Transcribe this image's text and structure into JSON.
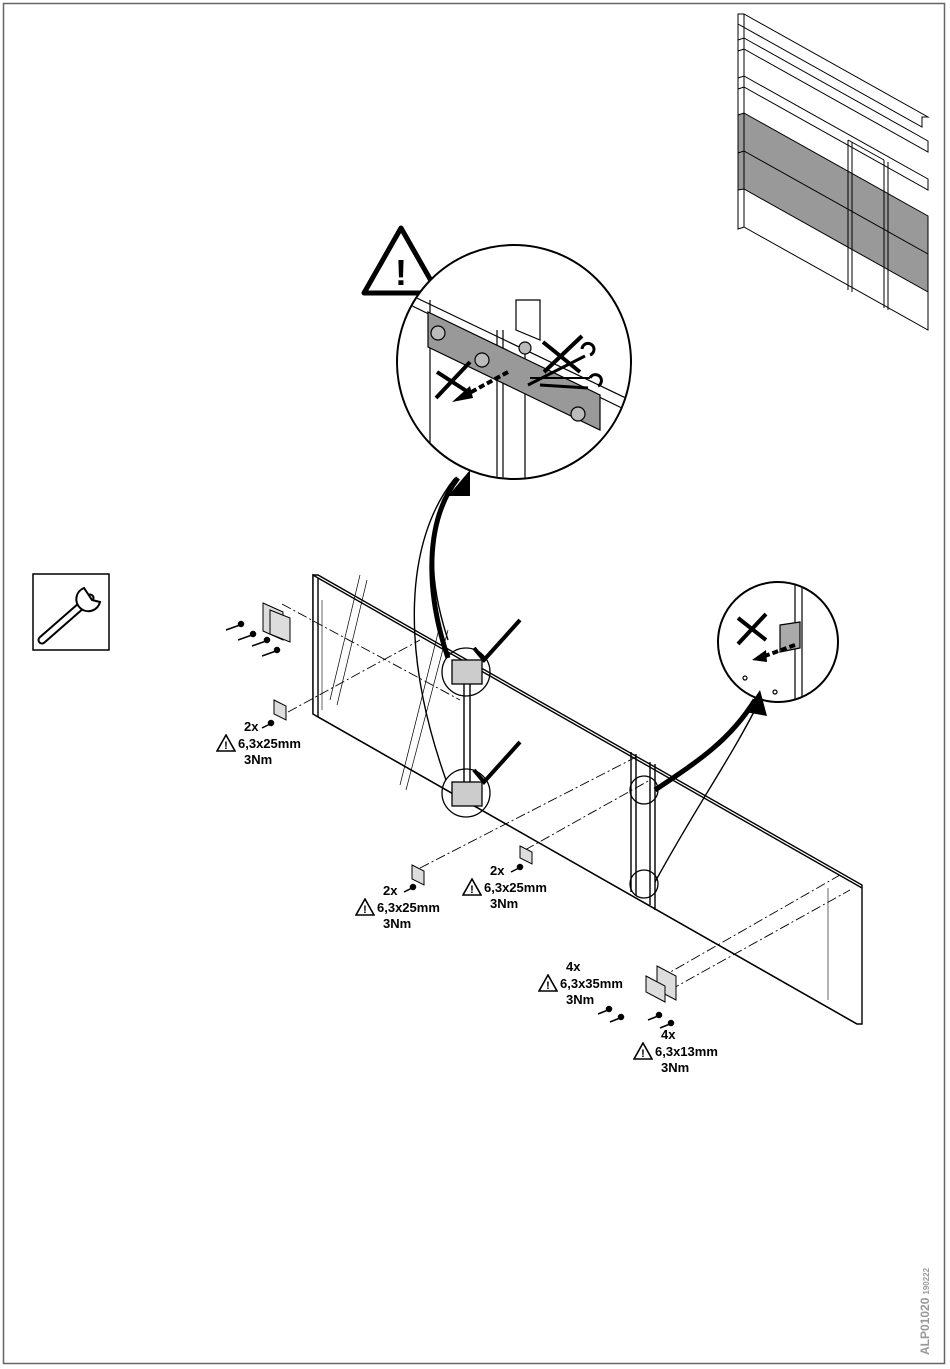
{
  "callouts": [
    {
      "qty": "2x",
      "size": "6,3x25mm",
      "torque": "3Nm"
    },
    {
      "qty": "2x",
      "size": "6,3x25mm",
      "torque": "3Nm"
    },
    {
      "qty": "2x",
      "size": "6,3x25mm",
      "torque": "3Nm"
    },
    {
      "qty": "4x",
      "size": "6,3x35mm",
      "torque": "3Nm"
    },
    {
      "qty": "4x",
      "size": "6,3x13mm",
      "torque": "3Nm"
    }
  ],
  "document": {
    "code": "ALP01020",
    "date": "190222"
  },
  "icons": [
    "warning-triangle-icon",
    "wrench-icon",
    "checkmark-icon",
    "cross-icon",
    "screw-icon",
    "bracket-icon"
  ],
  "colors": {
    "line": "#000000",
    "highlight_panel": "#999999",
    "bracket_fill": "#aaaaaa",
    "frame": "#666666"
  }
}
